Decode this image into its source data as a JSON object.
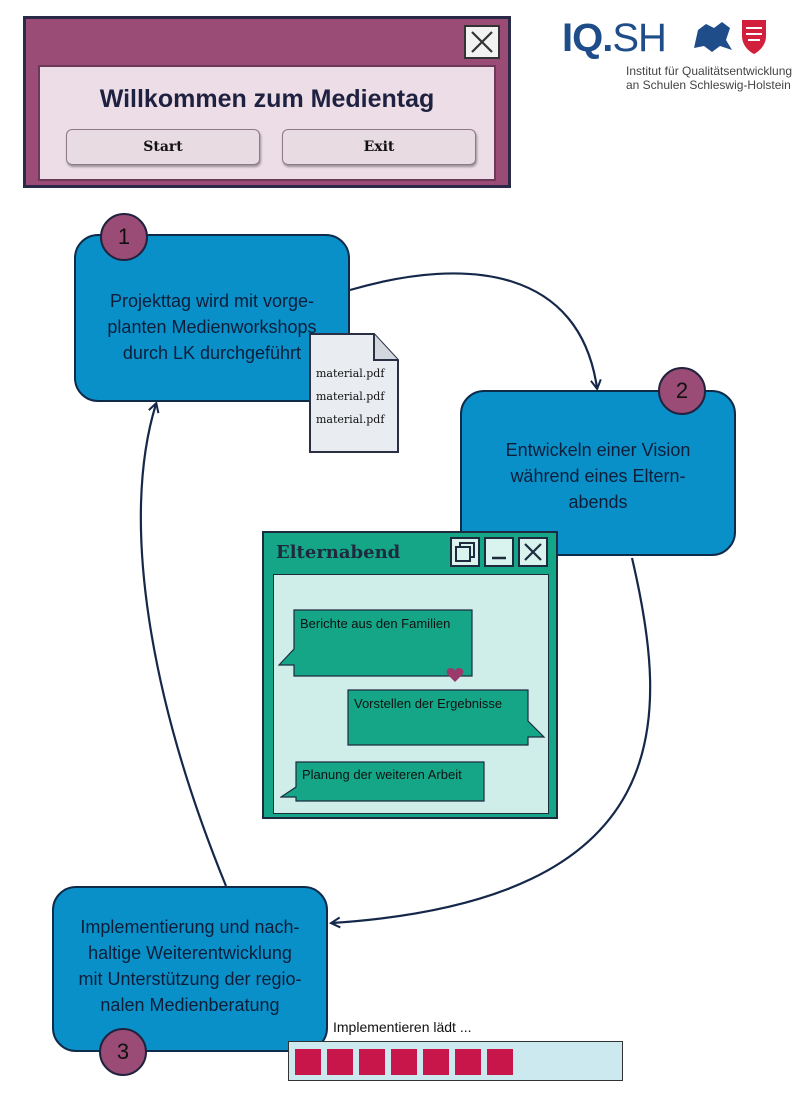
{
  "welcome": {
    "title": "Willkommen zum Medientag",
    "start_label": "Start",
    "exit_label": "Exit"
  },
  "logo": {
    "brand_bold": "IQ.",
    "brand_rest": "SH",
    "line1": "Institut für Qualitätsentwicklung",
    "line2": "an Schulen Schleswig-Holstein"
  },
  "steps": [
    {
      "number": "1",
      "lines": [
        "Projekttag wird mit vorge-",
        "planten Medienworkshops",
        "durch LK durchgeführt"
      ]
    },
    {
      "number": "2",
      "lines": [
        "Entwickeln einer Vision",
        "während eines Eltern-",
        "abends"
      ]
    },
    {
      "number": "3",
      "lines": [
        "Implementierung und nach-",
        "haltige Weiterentwicklung",
        "mit Unterstützung der regio-",
        "nalen Medienberatung"
      ]
    }
  ],
  "document": {
    "files": [
      "material.pdf",
      "material.pdf",
      "material.pdf"
    ]
  },
  "elternabend": {
    "title": "Elternabend",
    "messages": [
      "Berichte aus den Familien",
      "Vorstellen der Ergebnisse",
      "Planung der weiteren Arbeit"
    ]
  },
  "progress": {
    "label": "Implementieren lädt ...",
    "filled_segments": 7,
    "color": "#c8154a"
  },
  "colors": {
    "box": "#0a90c8",
    "number_circle": "#9a4c76",
    "window": "#14a687",
    "welcome_frame": "#9a4c76"
  }
}
